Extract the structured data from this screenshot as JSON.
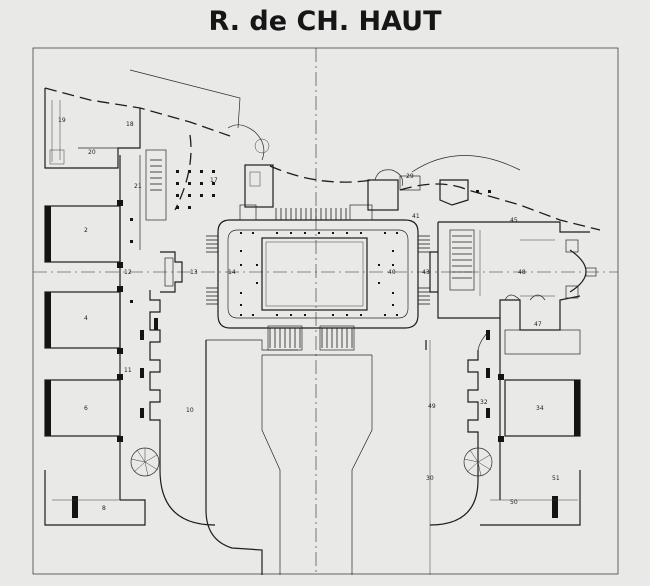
{
  "title": "R. de CH. HAUT",
  "room_labels": {
    "r2": "2",
    "r4": "4",
    "r6": "6",
    "r8": "8",
    "r10": "10",
    "r11": "11",
    "r12": "12",
    "r13": "13",
    "r14": "14",
    "r17": "17",
    "r18": "18",
    "r19": "19",
    "r20": "20",
    "r21": "21",
    "r29": "29",
    "r30": "30",
    "r32": "32",
    "r34": "34",
    "r40": "40",
    "r41": "41",
    "r43": "43",
    "r45": "45",
    "r47": "47",
    "r48": "48",
    "r49": "49",
    "r50": "50",
    "r51": "51"
  }
}
